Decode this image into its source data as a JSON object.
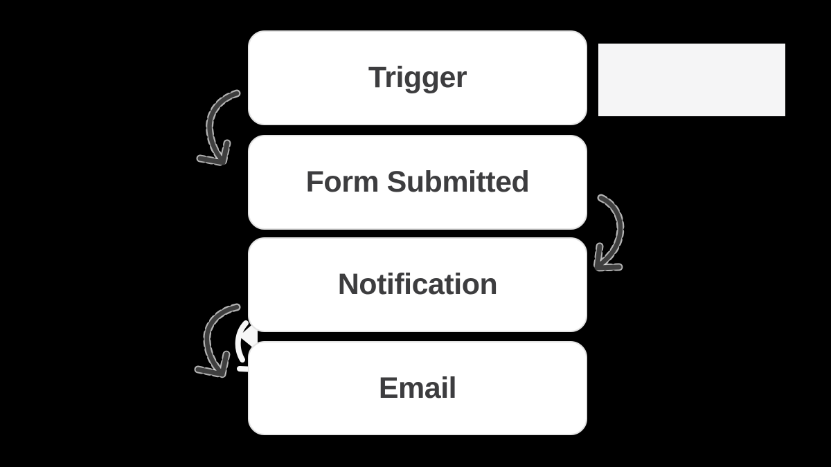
{
  "diagram": {
    "type": "workflow-flowchart",
    "nodes": [
      {
        "id": "trigger",
        "label": "Trigger"
      },
      {
        "id": "form-submitted",
        "label": "Form Submitted"
      },
      {
        "id": "notification",
        "label": "Notification"
      },
      {
        "id": "email",
        "label": "Email"
      }
    ],
    "edges": [
      {
        "from": "trigger",
        "to": "form-submitted",
        "side": "left",
        "style": "hand-drawn-curved-arrow"
      },
      {
        "from": "form-submitted",
        "to": "notification",
        "side": "right",
        "style": "hand-drawn-curved-arrow"
      },
      {
        "from": "notification",
        "to": "email",
        "side": "left",
        "style": "hand-drawn-curved-arrow"
      }
    ],
    "colors": {
      "background": "#000000",
      "top_right_panel": "#f5f5f6",
      "node_fill": "#ffffff",
      "node_border": "#e3e3e3",
      "node_label": "#3d3d3f",
      "arrow": "#3f3f3f",
      "arrow_halo": "#f0f0f0"
    }
  }
}
